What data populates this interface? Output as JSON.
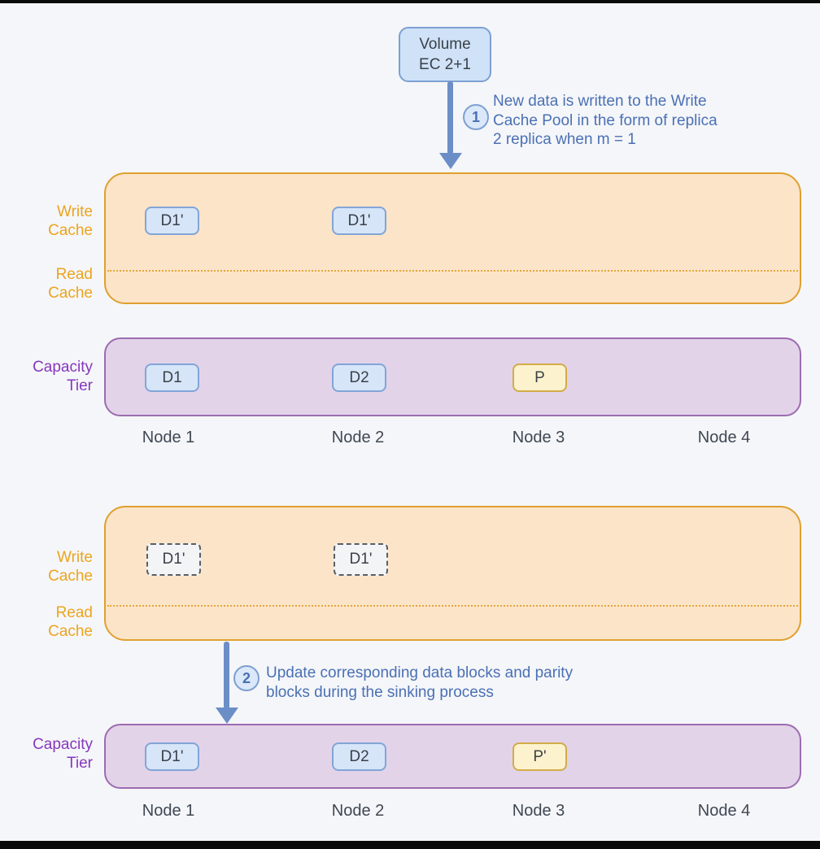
{
  "colors": {
    "background": "#f5f6f9",
    "frame_bar": "#0a0a0a",
    "cache_pool_fill": "#fce4c9",
    "cache_pool_border": "#dfa02f",
    "cache_label_text": "#eba41f",
    "capacity_tier_fill": "#e3d3e9",
    "capacity_tier_border": "#9c6cb0",
    "tier_label_text": "#8637bd",
    "data_block_fill": "#d6e5f8",
    "data_block_border": "#82a5d7",
    "parity_block_fill": "#fcf2cd",
    "parity_block_border": "#d2ac48",
    "stale_block_fill": "#f3f4f6",
    "stale_block_border": "#5a5f66",
    "arrow": "#6b8ec6",
    "annotation_text": "#4a70b4",
    "volume_box_fill": "#cfe2f8",
    "volume_box_border": "#7da0d2",
    "node_label_text": "#3f4753"
  },
  "volume_box": {
    "line1": "Volume",
    "line2": "EC 2+1"
  },
  "steps": {
    "step1": {
      "number": "1",
      "text": "New data is written to the Write\nCache Pool in the form of replica\n2 replica when m = 1"
    },
    "step2": {
      "number": "2",
      "text": "Update corresponding data blocks and parity\nblocks during the sinking process"
    }
  },
  "labels": {
    "write_cache": "Write\nCache",
    "read_cache": "Read\nCache",
    "capacity_tier": "Capacity\nTier"
  },
  "stage1": {
    "write_cache_blocks": [
      {
        "label": "D1'"
      },
      {
        "label": "D1'"
      }
    ],
    "capacity_blocks": [
      {
        "label": "D1"
      },
      {
        "label": "D2"
      },
      {
        "label": "P"
      }
    ],
    "nodes": [
      {
        "label": "Node 1"
      },
      {
        "label": "Node 2"
      },
      {
        "label": "Node 3"
      },
      {
        "label": "Node 4"
      }
    ]
  },
  "stage2": {
    "write_cache_blocks": [
      {
        "label": "D1'"
      },
      {
        "label": "D1'"
      }
    ],
    "capacity_blocks": [
      {
        "label": "D1'"
      },
      {
        "label": "D2"
      },
      {
        "label": "P'"
      }
    ],
    "nodes": [
      {
        "label": "Node 1"
      },
      {
        "label": "Node 2"
      },
      {
        "label": "Node 3"
      },
      {
        "label": "Node 4"
      }
    ]
  }
}
